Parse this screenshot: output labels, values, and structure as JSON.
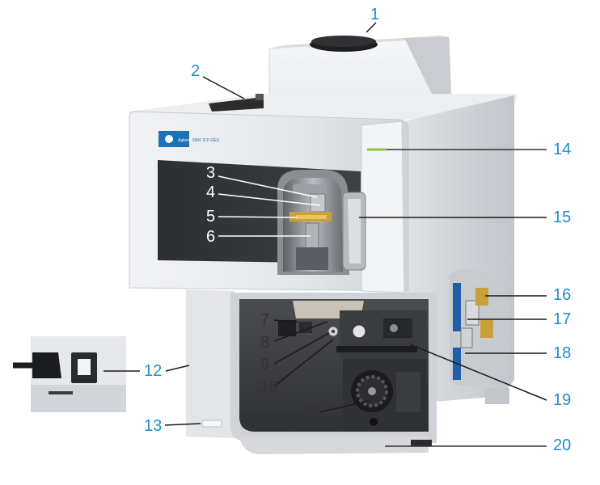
{
  "colors": {
    "callout_blue": "#1f8fc9",
    "callout_dark": "#333333",
    "callout_white": "#ffffff",
    "brand_blue": "#1a73b8",
    "status_led": "#8dc63f"
  },
  "brand": {
    "logo_icon": "agilent-spark-icon",
    "name": "Agilent",
    "model": "5900 ICP-OES"
  },
  "callouts": [
    "1",
    "2",
    "3",
    "4",
    "5",
    "6",
    "7",
    "8",
    "9",
    "10",
    "11",
    "12",
    "13",
    "14",
    "15",
    "16",
    "17",
    "18",
    "19",
    "20"
  ]
}
